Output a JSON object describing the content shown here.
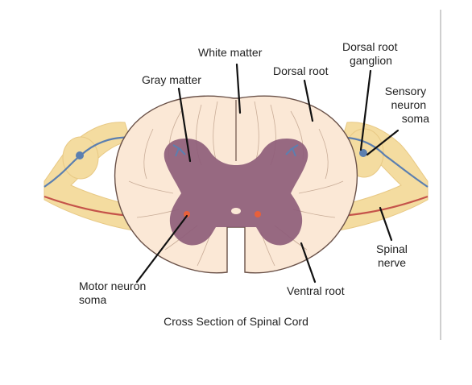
{
  "labels": {
    "white_matter": "White matter",
    "gray_matter": "Gray matter",
    "dorsal_root": "Dorsal root",
    "dorsal_root_ganglion": [
      "Dorsal root",
      "ganglion"
    ],
    "sensory_neuron_soma": [
      "Sensory",
      "neuron",
      "soma"
    ],
    "spinal_nerve": [
      "Spinal",
      "nerve"
    ],
    "ventral_root": "Ventral root",
    "motor_neuron_soma": [
      "Motor neuron",
      "soma"
    ]
  },
  "caption": "Cross Section of Spinal Cord",
  "colors": {
    "white_matter": "#fbe8d6",
    "gray_matter": "#8e5d7a",
    "nerve": "#f4dca0",
    "sensory_fiber": "#5b7fb0",
    "motor_fiber": "#c5534a",
    "outline": "#6a5148"
  }
}
